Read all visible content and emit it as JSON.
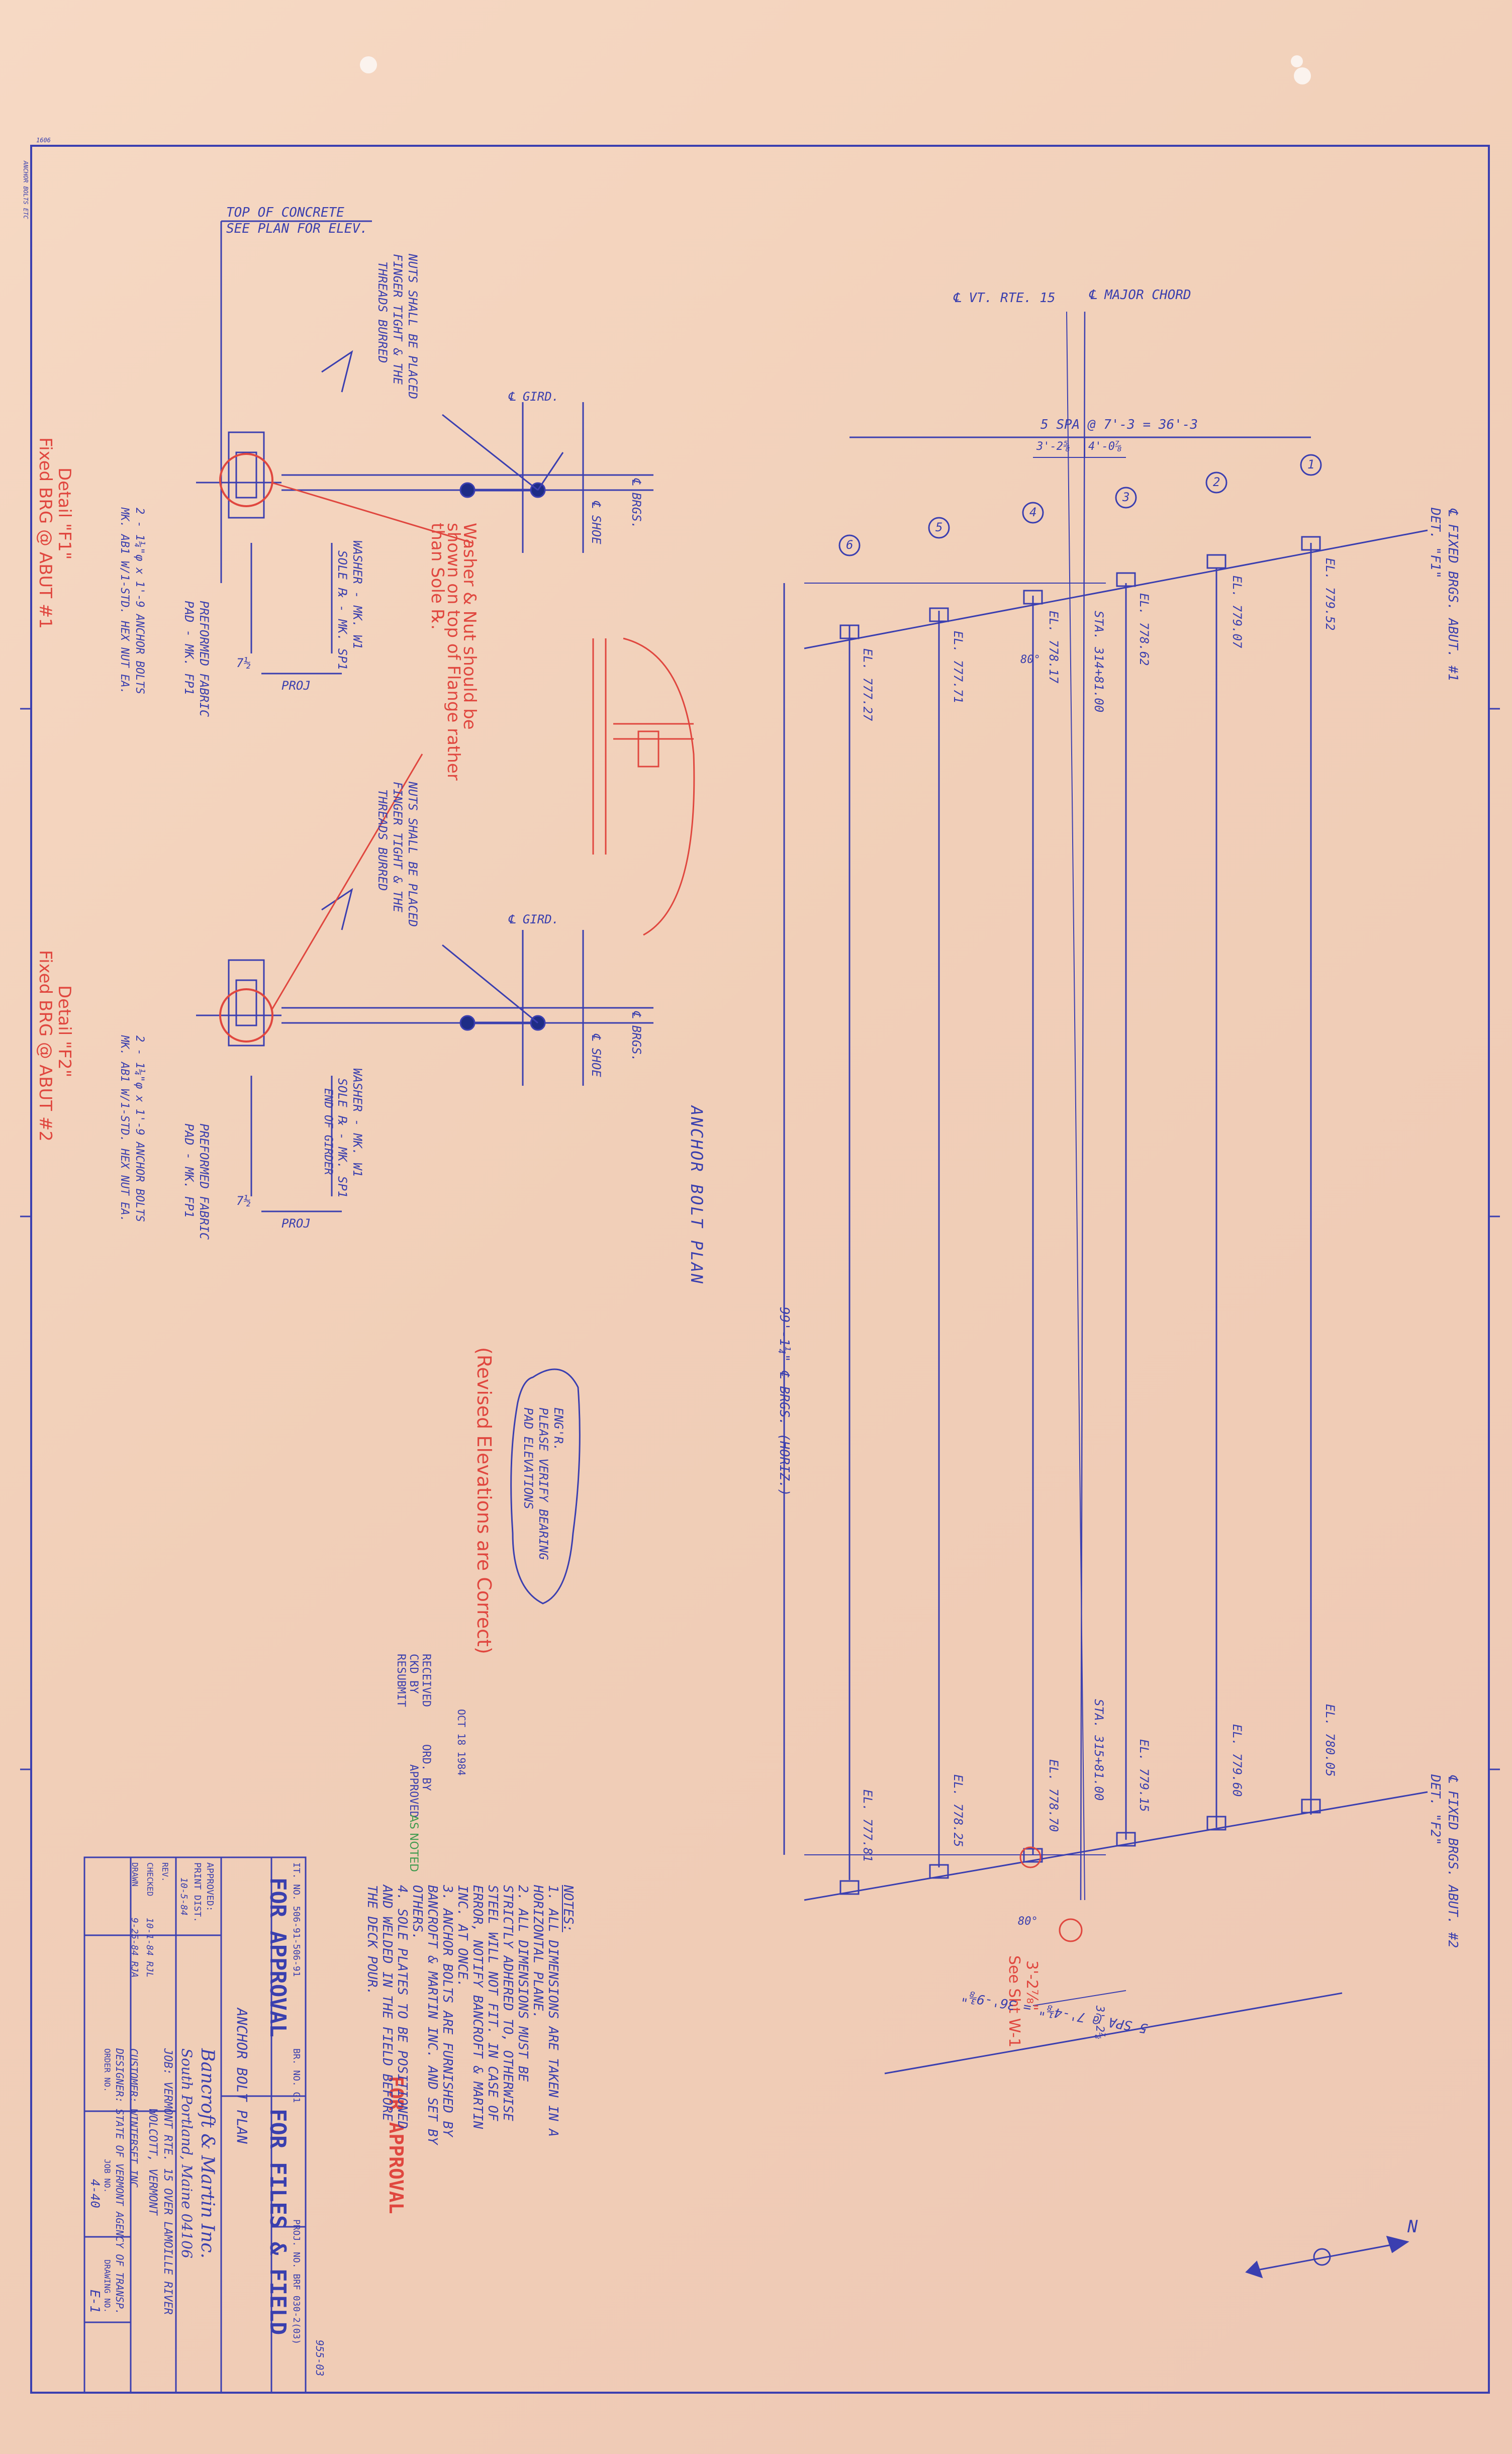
{
  "sheet": {
    "title_main": "ANCHOR BOLT PLAN",
    "dimension_vertical": "99'-1¼\" ℄ BRGS. (HORIZ.)",
    "north_label": "N",
    "margin_code_top": "1606",
    "margin_code_left": "ANCHOR BOLTS ETC"
  },
  "plan": {
    "top_labels": {
      "cl_rte": "℄ VT. RTE. 15",
      "cl_chord": "℄ MAJOR CHORD",
      "spans": "5 SPA @ 7'-3 = 36'-3",
      "dim_a": "3'-2⅝",
      "dim_b": "4'-0⅞"
    },
    "girders": [
      "1",
      "2",
      "3",
      "4",
      "5",
      "6"
    ],
    "abut1_label": "℄ FIXED BRGS. ABUT. #1",
    "abut1_det": "DET. \"F1\"",
    "abut2_label": "℄ FIXED BRGS. ABUT. #2",
    "abut2_det": "DET. \"F2\"",
    "abut1_elevations": [
      "EL. 779.52",
      "EL. 779.07",
      "EL. 778.62",
      "EL. 778.17",
      "EL. 777.71",
      "EL. 777.27"
    ],
    "abut2_elevations": [
      "EL. 780.05",
      "EL. 779.60",
      "EL. 779.15",
      "EL. 778.70",
      "EL. 778.25",
      "EL. 777.81"
    ],
    "sta1": "STA. 314+81.00",
    "sta2": "STA. 315+81.00",
    "angle": "80°",
    "bottom_spans": "5 SPA @ 7'-4⅛\" = 36'-9⅜\"",
    "bottom_dim": "3'-2⅞",
    "red_note": "See Sht W-1",
    "red_dim": "3'-2⅞\""
  },
  "detail_top": {
    "top_of_concrete": "TOP OF CONCRETE",
    "see_plan": "SEE PLAN FOR ELEV.",
    "nuts_note_1": "NUTS SHALL BE PLACED",
    "nuts_note_2": "FINGER TIGHT & THE",
    "nuts_note_3": "THREADS BURRED",
    "cl_gird": "℄ GIRD.",
    "cl_brgs": "℄ BRGS.",
    "cl_shoe": "℄ SHOE",
    "washer": "WASHER - MK. W1",
    "sole": "SOLE ℞ - MK. SP1",
    "pad": "PREFORMED FABRIC",
    "pad2": "PAD - MK. FP1",
    "bolts": "2 - 1¼\"φ x 1'-9 ANCHOR BOLTS",
    "bolts2": "MK. AB1 W/1-STD. HEX NUT EA.",
    "proj": "PROJ",
    "dim_7half": "7½",
    "red_title": "Detail \"F1\"",
    "red_sub": "Fixed BRG @ ABUT #1"
  },
  "detail_bottom": {
    "end_girder": "END OF GIRDER",
    "red_title": "Detail \"F2\"",
    "red_sub": "Fixed BRG @ ABUT #2"
  },
  "red_notes": {
    "washer_note": "Washer & Nut should be shown on top of Flange rather than Sole ℞.",
    "revised": "(Revised Elevations are Correct)",
    "for_approval": "FOR APPROVAL"
  },
  "cloud_note": [
    "ENG'R.",
    "PLEASE VERIFY BEARING",
    "PAD ELEVATIONS"
  ],
  "stamp": {
    "received": "RECEIVED",
    "date": "OCT 18 1984",
    "ckd": "CKD BY",
    "ord": "ORD. BY",
    "approved": "APPROVED",
    "resubmit": "RESUBMIT",
    "as_noted": "AS NOTED"
  },
  "notes": {
    "heading": "NOTES:",
    "items": [
      "1. ALL DIMENSIONS ARE TAKEN IN A HORIZONTAL PLANE.",
      "2. ALL DIMENSIONS MUST BE STRICTLY ADHERED TO, OTHERWISE STEEL WILL NOT FIT. IN CASE OF ERROR, NOTIFY BANCROFT & MARTIN INC. AT ONCE.",
      "3. ANCHOR BOLTS ARE FURNISHED BY BANCROFT & MARTIN INC. AND SET BY OTHERS.",
      "4. SOLE PLATES TO BE POSITIONED AND WELDED IN THE FIELD BEFORE THE DECK POUR."
    ]
  },
  "title_block": {
    "it_no": "IT. NO. 506-91-506-91",
    "br_no": "BR. NO. G1",
    "proj_no": "PROJ. NO. BRF 030-2(03)",
    "for_approval": "FOR APPROVAL",
    "for_files": "FOR FILES & FIELD",
    "sheet_title": "ANCHOR BOLT PLAN",
    "company": "Bancroft & Martin Inc.",
    "city": "South Portland, Maine 04106",
    "job": "JOB: VERMONT RTE. 15 OVER LAMOILLE RIVER",
    "job2": "WOLCOTT, VERMONT",
    "customer": "CUSTOMER: WINTERSET INC",
    "designer": "DESIGNER: STATE OF VERMONT AGENCY OF TRANSP.",
    "order_no": "ORDER NO.",
    "job_no": "JOB NO.",
    "job_no_val": "4-40",
    "drawing_no": "DRAWING NO.",
    "drawing_val": "E-1",
    "rev": "REV.",
    "checked": "CHECKED",
    "checked_val": "10-1-84 RJL",
    "drawn": "DRAWN",
    "drawn_val": "9-25-84 RJA",
    "approved": "APPROVED:",
    "print_dist": "PRINT DIST.",
    "dist_val": "10-5-84",
    "corner_code": "955-03"
  }
}
